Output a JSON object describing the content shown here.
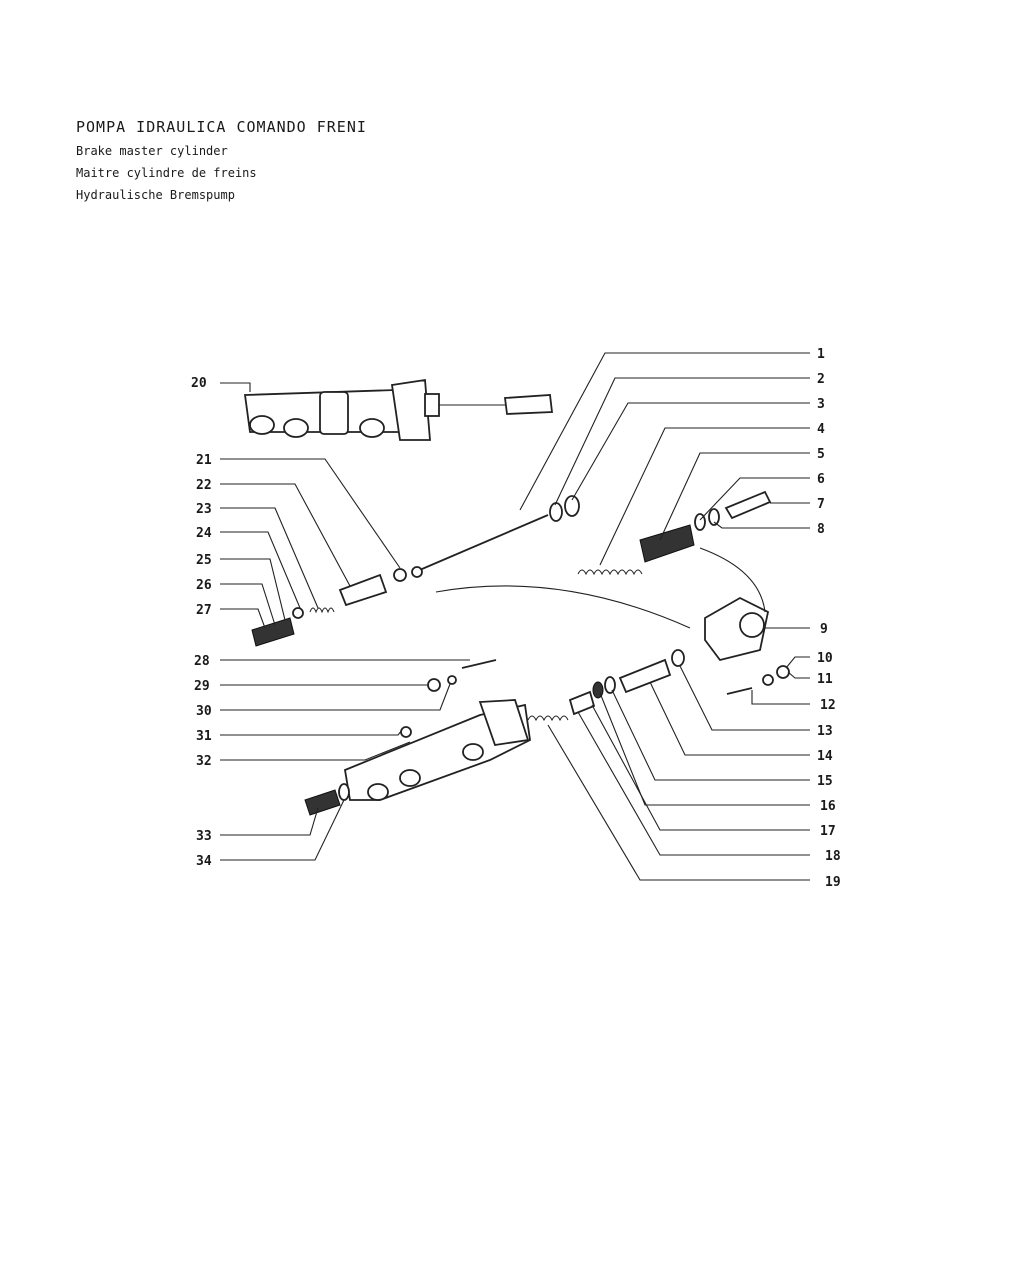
{
  "header": {
    "title": "POMPA IDRAULICA COMANDO FRENI",
    "subtitle_en": "Brake master cylinder",
    "subtitle_fr": "Maitre cylindre de freins",
    "subtitle_de": "Hydraulische Bremspump"
  },
  "part_numbers": [
    "1",
    "2",
    "3",
    "4",
    "5",
    "6",
    "7",
    "8",
    "9",
    "10",
    "11",
    "12",
    "13",
    "14",
    "15",
    "16",
    "17",
    "18",
    "19",
    "20",
    "21",
    "22",
    "23",
    "24",
    "25",
    "26",
    "27",
    "28",
    "29",
    "30",
    "31",
    "32",
    "33",
    "34"
  ]
}
